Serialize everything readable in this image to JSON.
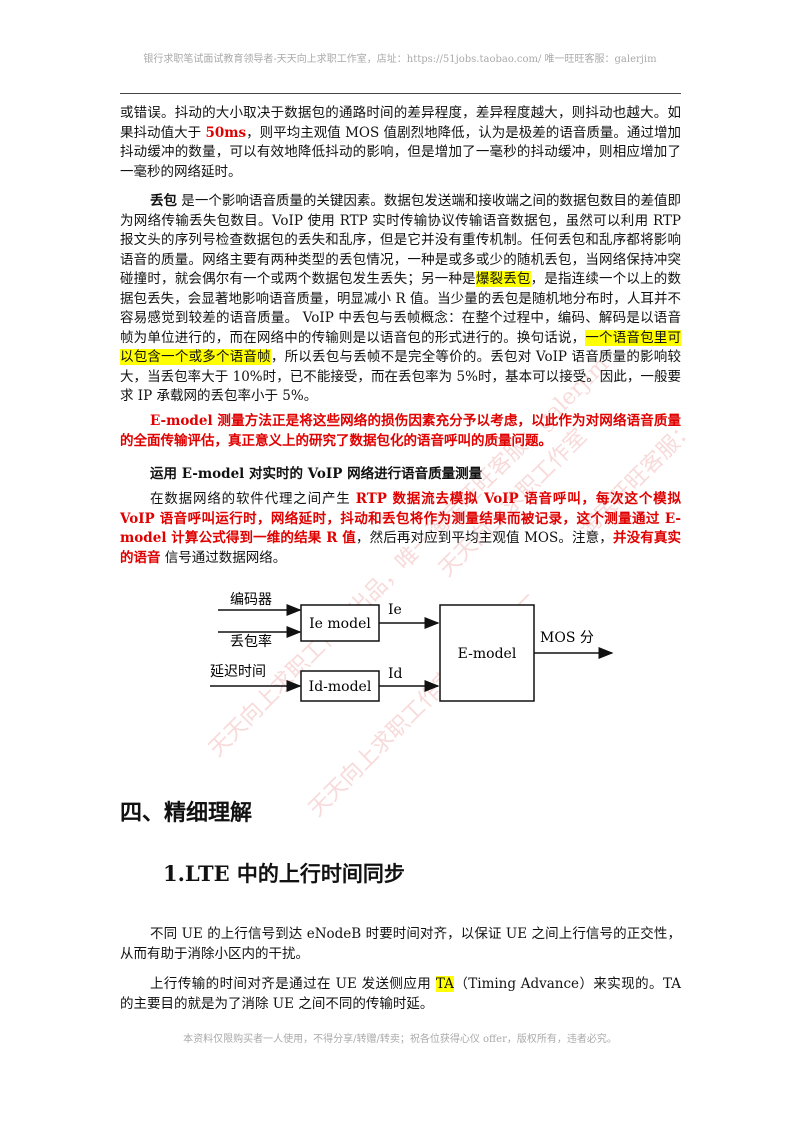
{
  "header": "银行求职笔试面试教育领导者-天天向上求职工作室，店址：https://51jobs.taobao.com/ 唯一旺旺客服：galerjim",
  "footer": "本资料仅限购买者一人使用，不得分享/转赠/转卖；祝各位获得心仪 offer，版权所有，违者必究。",
  "watermarks": [
    "天天向上求职工作室出品，唯一淘宝旺旺客服：galerjim",
    "天天向上求职工作室出品，唯一",
    "天天向上求职工作室",
    "淘宝旺旺客服："
  ],
  "p1": {
    "t1": "或错误。抖动的大小取决于数据包的通路时间的差异程度，差异程度越大，则抖动也越大。如果抖动值大于 ",
    "t2": "50ms",
    "t3": "，则平均主观值 MOS 值剧烈地降低，认为是极差的语音质量。通过增加抖动缓冲的数量，可以有效地降低抖动的影响，但是增加了一毫秒的抖动缓冲，则相应增加了一毫秒的网络延时。"
  },
  "p2": {
    "t0": "丢包",
    "t1": " 是一个影响语音质量的关键因素。数据包发送端和接收端之间的数据包数目的差值即为网络传输丢失包数目。VoIP 使用 RTP 实时传输协议传输语音数据包，虽然可以利用 RTP 报文头的序列号检查数据包的丢失和乱序，但是它并没有重传机制。任何丢包和乱序都将影响语音的质量。网络主要有两种类型的丢包情况，一种是或多或少的随机丢包，当网络保持冲突碰撞时，就会偶尔有一个或两个数据包发生丢失；另一种是",
    "t2": "爆裂丢包",
    "t3": "，是指连续一个以上的数据包丢失，会显著地影响语音质量，明显减小 R 值。当少量的丢包是随机地分布时，人耳并不容易感觉到较差的语音质量。 VoIP 中丢包与丢帧概念：在整个过程中，编码、解码是以语音帧为单位进行的，而在网络中的传输则是以语音包的形式进行的。换句话说，",
    "t4": "一个语音包里可以包含一个或多个语音帧",
    "t5": "，所以丢包与丢帧不是完全等价的。丢包对 VoIP 语音质量的影响较大，当丢包率大于 10%时，已不能接受，而在丢包率为 5%时，基本可以接受。因此，一般要求 IP 承载网的丢包率小于 5%。"
  },
  "p3": "E-model 测量方法正是将这些网络的损伤因素充分予以考虑，以此作为对网络语音质量的全面传输评估，真正意义上的研究了数据包化的语音呼叫的质量问题。",
  "subheading": "运用 E-model 对实时的 VoIP 网络进行语音质量测量",
  "p4": {
    "t1": "在数据网络的软件代理之间产生 ",
    "t2": "RTP 数据流去模拟 VoIP 语音呼叫，每次这个模拟 VoIP 语音呼叫运行时，网络延时，抖动和丢包将作为测量结果而被记录，这个测量通过 E-model 计算公式得到一维的结果 R 值",
    "t3": "，然后再对应到平均主观值 MOS。注意，",
    "t4": "并没有真实的语音",
    "t5": " 信号通过数据网络。"
  },
  "diagram": {
    "encoder": "编码器",
    "loss": "丢包率",
    "delay": "延迟时间",
    "ie_model": "Ie model",
    "id_model": "Id-model",
    "ie": "Ie",
    "id": "Id",
    "emodel": "E-model",
    "mos": "MOS 分"
  },
  "h1": "四、精细理解",
  "h2": "1.LTE 中的上行时间同步",
  "p5": "不同 UE 的上行信号到达 eNodeB 时要时间对齐，以保证 UE 之间上行信号的正交性，从而有助于消除小区内的干扰。",
  "p6": {
    "t1": "上行传输的时间对齐是通过在 UE 发送侧应用 ",
    "t2": "TA",
    "t3": "（Timing Advance）来实现的。TA 的主要目的就是为了消除 UE 之间不同的传输时延。"
  }
}
